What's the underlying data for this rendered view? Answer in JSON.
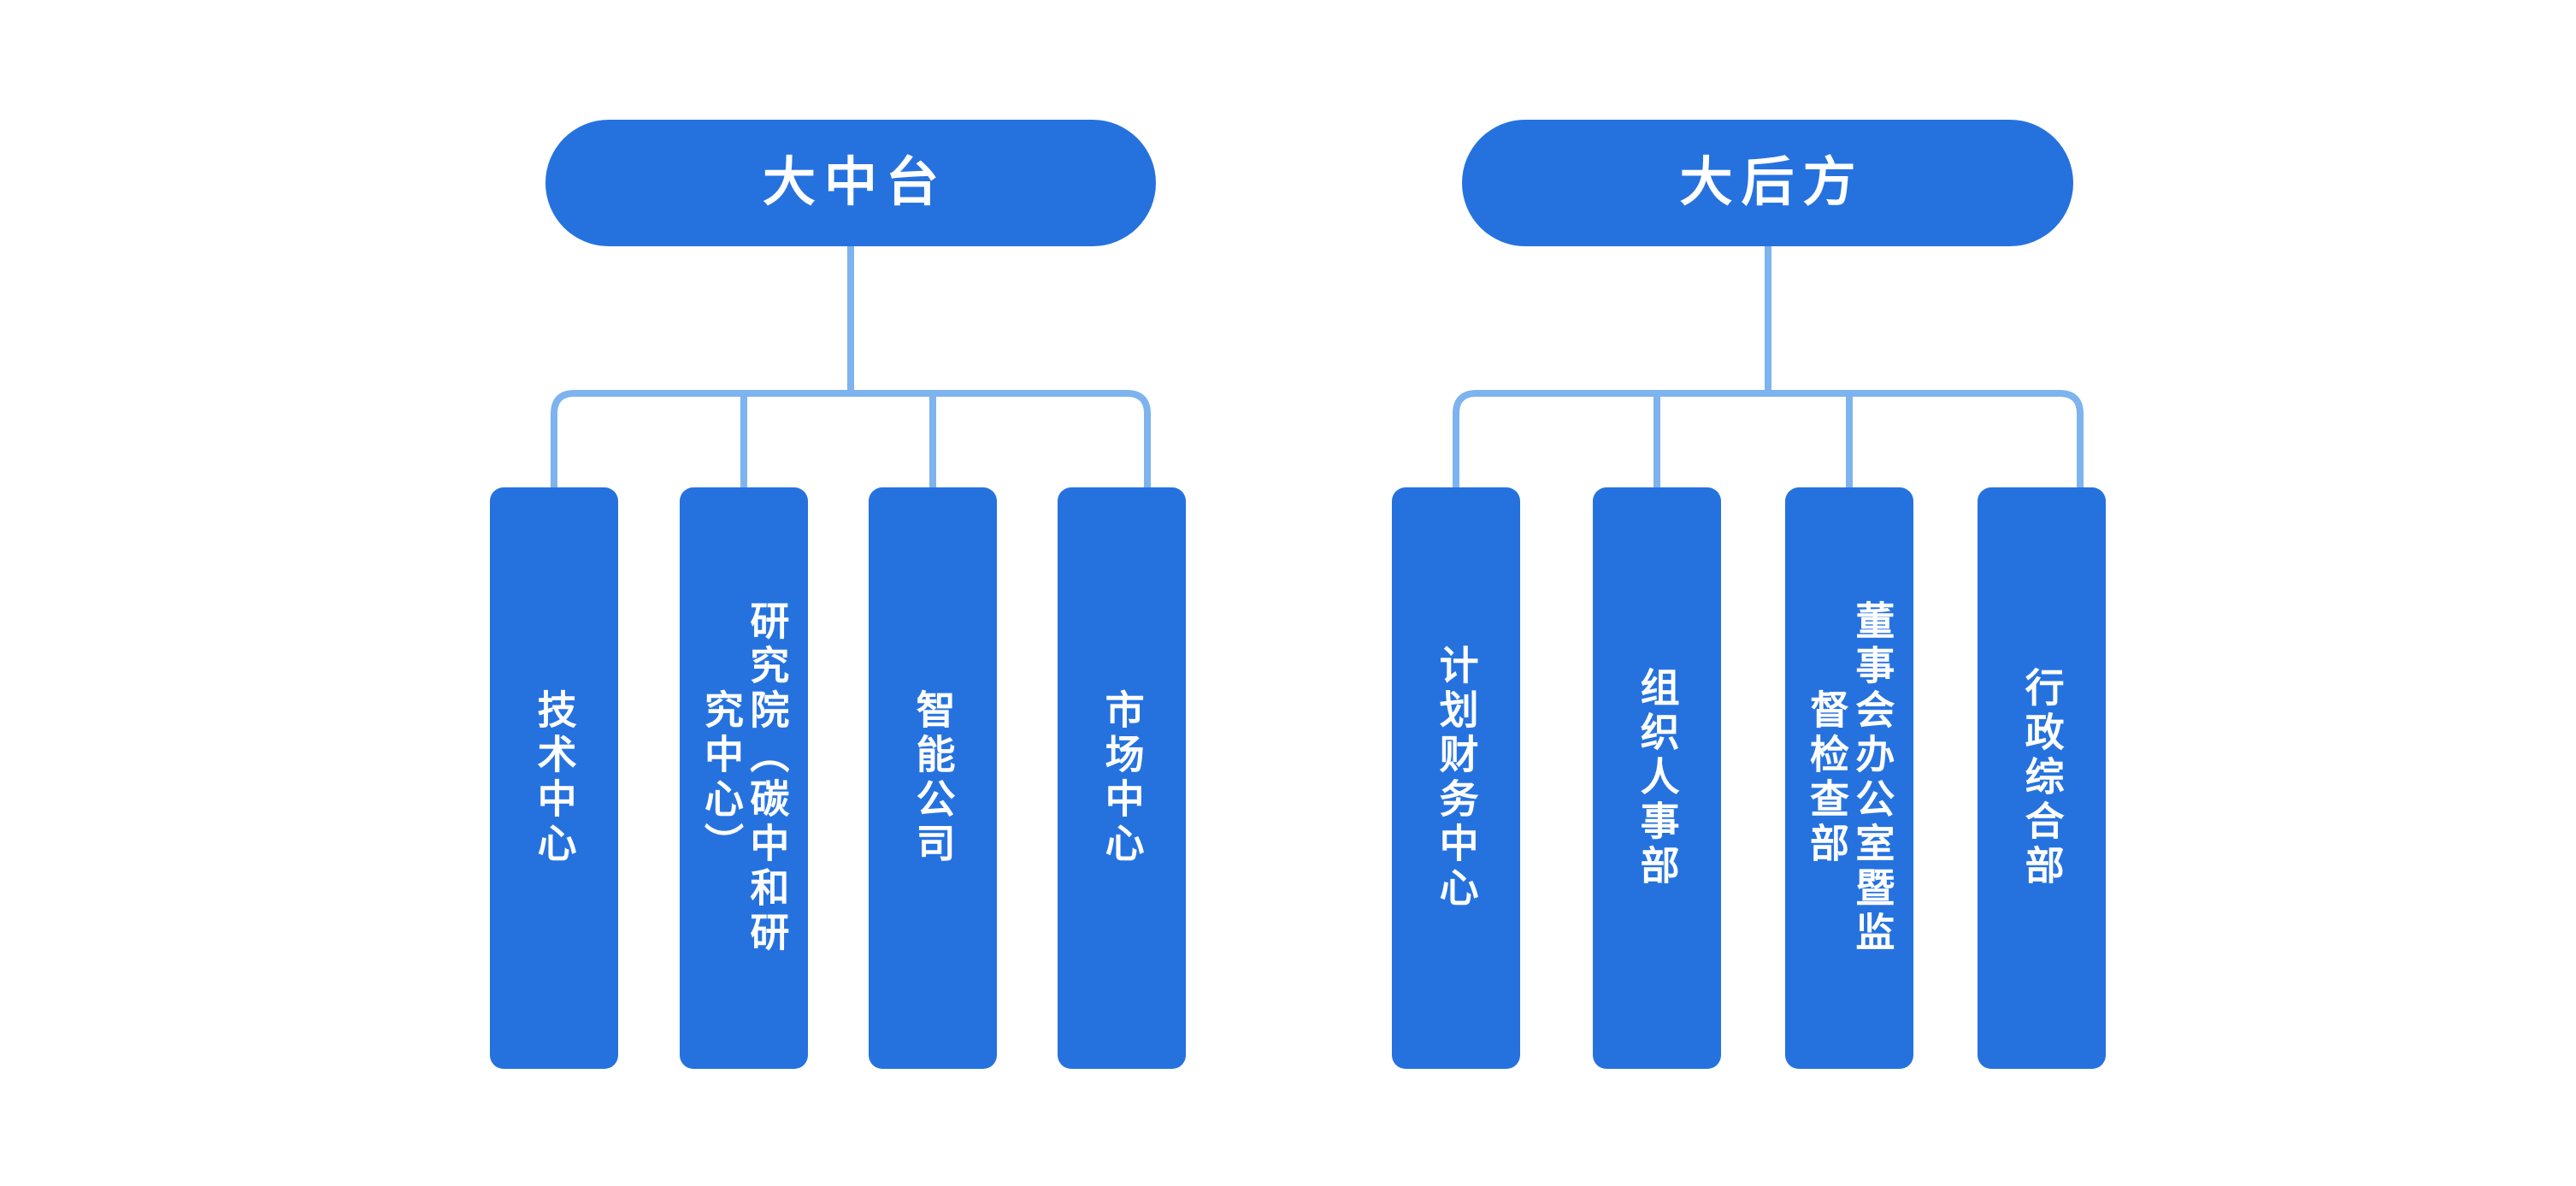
{
  "colors": {
    "node_blue": "#2572DF",
    "connector_blue": "#7DB3EE",
    "text_white": "#FFFFFF",
    "background": "#FFFFFF"
  },
  "chart_data": {
    "type": "diagram",
    "diagram_type": "organization-chart",
    "title": "",
    "orientation": "top-down",
    "groups": [
      {
        "id": "zhongtai",
        "header": "大中台",
        "children": [
          "技术中心",
          "研究院（碳中和研究中心）",
          "智能公司",
          "市场中心"
        ]
      },
      {
        "id": "houfang",
        "header": "大后方",
        "children": [
          "计划财务中心",
          "组织人事部",
          "董事会办公室暨监督检查部",
          "行政综合部"
        ]
      }
    ]
  },
  "groups": [
    {
      "id": "zhongtai",
      "header": {
        "label": "大中台"
      },
      "nodes": [
        {
          "id": "jishu-zhongxin",
          "label": "技术中心",
          "columns": 1
        },
        {
          "id": "yanjiuyuan",
          "label": "研究院（碳中和研究中心）",
          "columns": 2
        },
        {
          "id": "zhineng-gongsi",
          "label": "智能公司",
          "columns": 1
        },
        {
          "id": "shichang-zhongxin",
          "label": "市场中心",
          "columns": 1
        }
      ]
    },
    {
      "id": "houfang",
      "header": {
        "label": "大后方"
      },
      "nodes": [
        {
          "id": "jihua-caiwu-zhongxin",
          "label": "计划财务中心",
          "columns": 1
        },
        {
          "id": "zuzhi-renshi-bu",
          "label": "组织人事部",
          "columns": 1
        },
        {
          "id": "dongshihui-bangongshi",
          "label": "董事会办公室暨监督检查部",
          "columns": 2
        },
        {
          "id": "xingzheng-zonghe-bu",
          "label": "行政综合部",
          "columns": 1
        }
      ]
    }
  ]
}
